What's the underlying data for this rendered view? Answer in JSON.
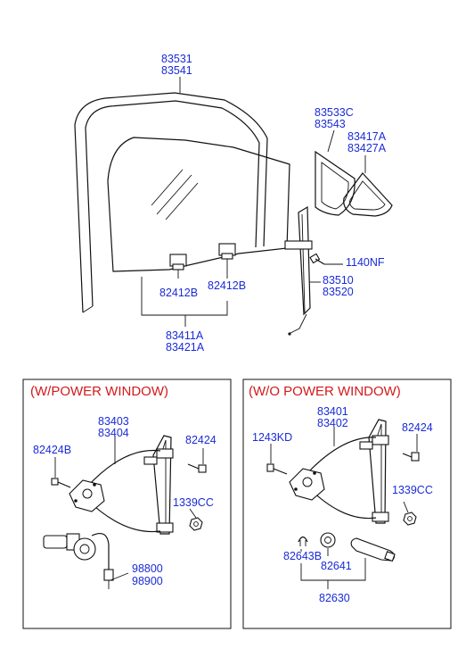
{
  "top_labels": {
    "frame_a": "83531",
    "frame_b": "83541",
    "quarter_a": "83533C",
    "quarter_b": "83543",
    "seal_a": "83417A",
    "seal_b": "83427A",
    "bolt": "1140NF",
    "channel_a": "83510",
    "channel_b": "83520",
    "clip_left": "82412B",
    "clip_right": "82412B",
    "glass_a": "83411A",
    "glass_b": "83421A"
  },
  "power_panel": {
    "header": "(W/POWER WINDOW)",
    "regulator_a": "83403",
    "regulator_b": "83404",
    "screw_left": "82424B",
    "bolt_right": "82424",
    "nut": "1339CC",
    "motor_a": "98800",
    "motor_b": "98900"
  },
  "manual_panel": {
    "header": "(W/O POWER WINDOW)",
    "regulator_a": "83401",
    "regulator_b": "83402",
    "screw_left": "1243KD",
    "bolt_right": "82424",
    "nut": "1339CC",
    "spring": "82643B",
    "washer": "82641",
    "handle": "82630"
  },
  "colors": {
    "label": "#1a2bd6",
    "header": "#d2191c",
    "line": "#111111"
  }
}
